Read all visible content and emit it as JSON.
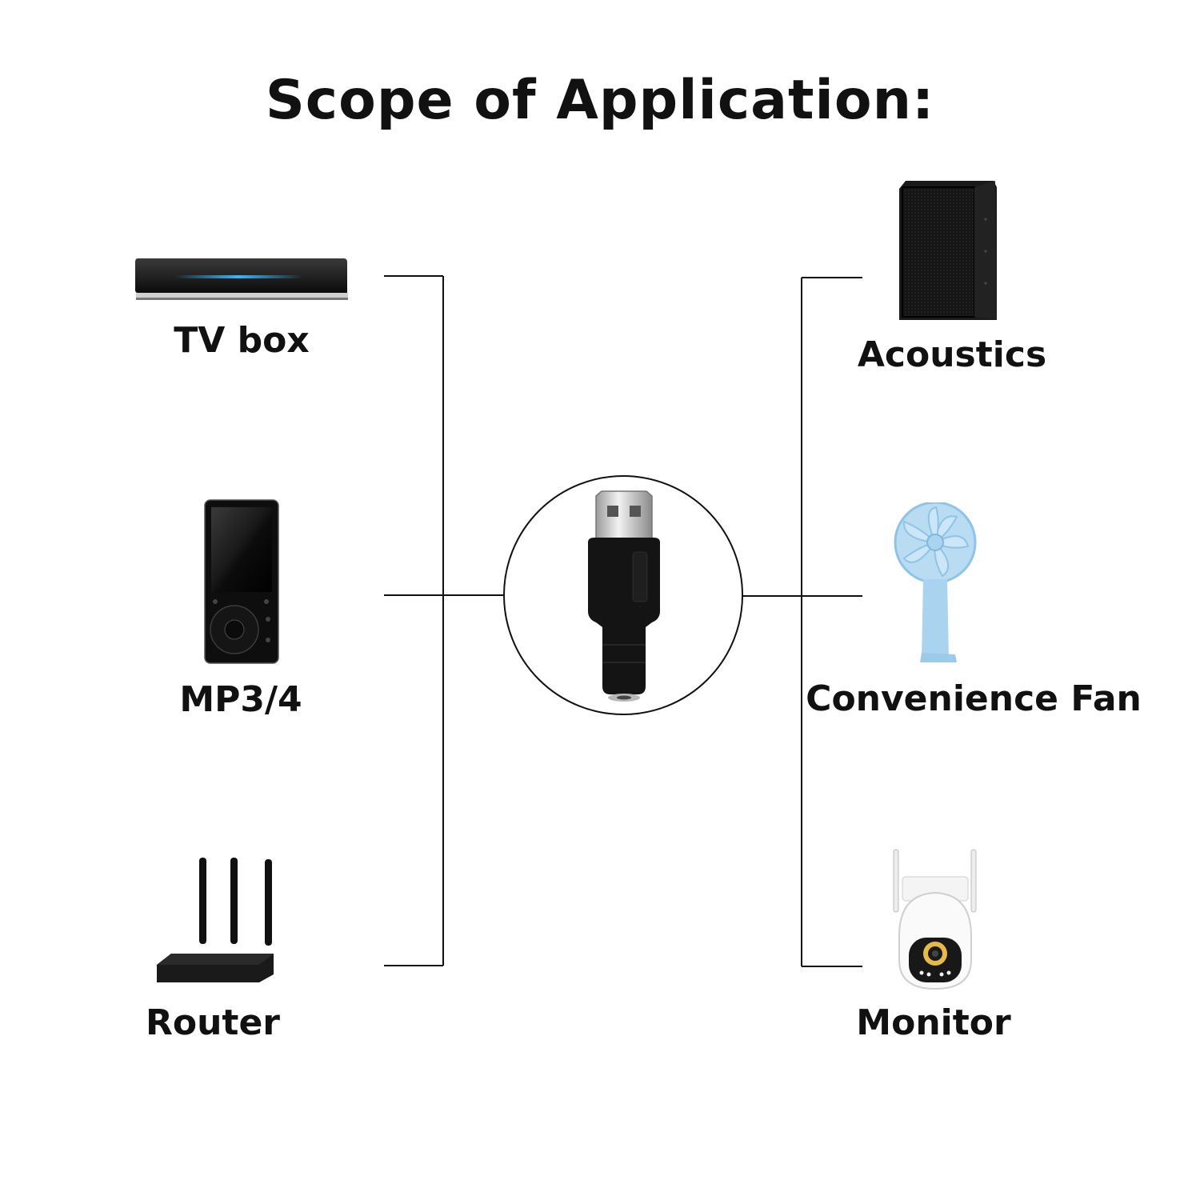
{
  "title": "Scope of Application:",
  "devices": {
    "left": [
      {
        "id": "tv-box",
        "label": "TV box",
        "icon": "tv-box-icon"
      },
      {
        "id": "mp3",
        "label": "MP3/4",
        "icon": "mp3-player-icon"
      },
      {
        "id": "router",
        "label": "Router",
        "icon": "router-icon"
      }
    ],
    "right": [
      {
        "id": "acoustics",
        "label": "Acoustics",
        "icon": "speaker-icon"
      },
      {
        "id": "fan",
        "label": "Convenience Fan",
        "icon": "handheld-fan-icon"
      },
      {
        "id": "monitor",
        "label": "Monitor",
        "icon": "security-camera-icon"
      }
    ]
  },
  "center": {
    "icon": "usb-to-dc-adapter-icon"
  },
  "colors": {
    "line": "#111111",
    "fan": "#a9d3ee",
    "tv_glow": "#3ab6ff",
    "camera_ring": "#e7b94a"
  }
}
